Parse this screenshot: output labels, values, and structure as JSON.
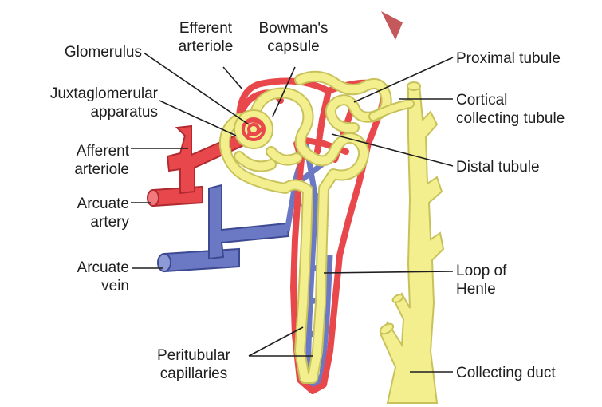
{
  "labels": {
    "efferent_arteriole": [
      "Efferent",
      "arteriole"
    ],
    "bowmans_capsule": [
      "Bowman's",
      "capsule"
    ],
    "glomerulus": [
      "Glomerulus"
    ],
    "juxtaglomerular_apparatus": [
      "Juxtaglomerular",
      "apparatus"
    ],
    "afferent_arteriole": [
      "Afferent",
      "arteriole"
    ],
    "arcuate_artery": [
      "Arcuate",
      "artery"
    ],
    "arcuate_vein": [
      "Arcuate",
      "vein"
    ],
    "peritubular_capillaries": [
      "Peritubular",
      "capillaries"
    ],
    "proximal_tubule": [
      "Proximal tubule"
    ],
    "cortical_collecting_tubule": [
      "Cortical",
      "collecting tubule"
    ],
    "distal_tubule": [
      "Distal tubule"
    ],
    "loop_of_henle": [
      "Loop of",
      "Henle"
    ],
    "collecting_duct": [
      "Collecting duct"
    ]
  },
  "colors": {
    "artery": "#e8484c",
    "artery_dark": "#b02a30",
    "vein": "#6b79c4",
    "vein_dark": "#3d4a92",
    "tubule": "#f3ef8e",
    "tubule_dark": "#c8c25a",
    "arrow": "#c4585a",
    "text": "#1e1e1e"
  }
}
